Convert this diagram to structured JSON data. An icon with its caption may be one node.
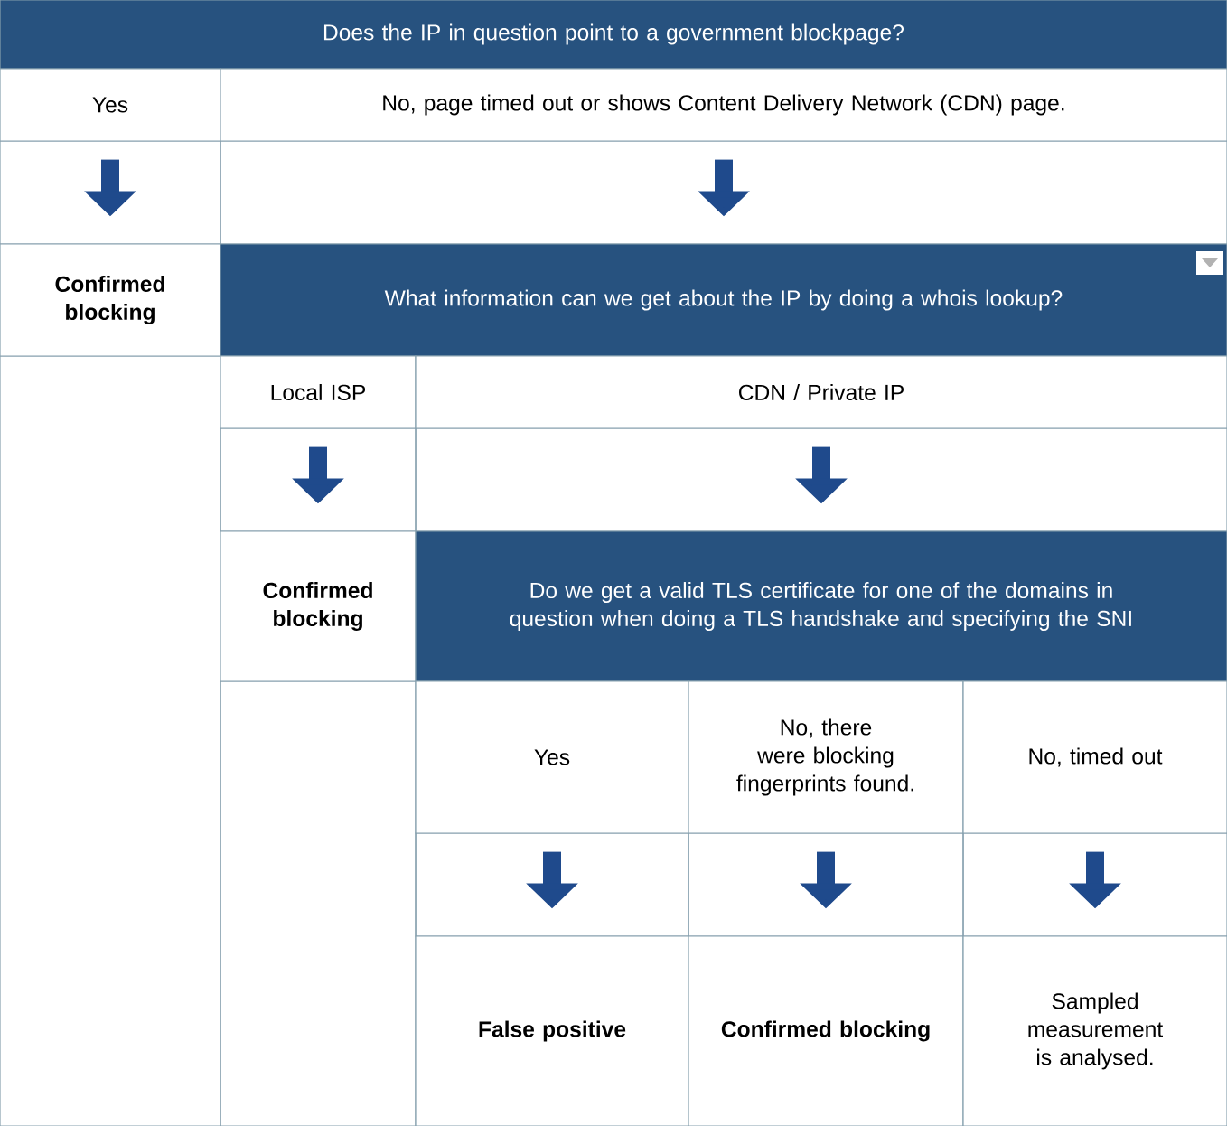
{
  "diagram": {
    "nodes": [
      {
        "text": [
          "Does the IP in question point to a government blockpage?"
        ]
      },
      {
        "text": [
          "Yes"
        ]
      },
      {
        "text": [
          "No, page timed out or shows Content Delivery Network (CDN) page."
        ]
      },
      {
        "text": [
          "Confirmed blocking"
        ]
      },
      {
        "text": [
          "What information can we get about the IP by doing a whois lookup?"
        ]
      },
      {
        "text": [
          "Local ISP"
        ]
      },
      {
        "text": [
          "CDN / Private IP"
        ]
      },
      {
        "text": [
          "Confirmed blocking"
        ]
      },
      {
        "text": [
          "Do we get a valid TLS certificate for one of the domains in question when doing a TLS handshake and specifying the SNI"
        ]
      },
      {
        "text": [
          "Yes"
        ]
      },
      {
        "text": [
          "No, there were blocking fingerprints found."
        ]
      },
      {
        "text": [
          "No, timed out"
        ]
      },
      {
        "text": [
          "False positive"
        ]
      },
      {
        "text": [
          "Confirmed blocking"
        ]
      },
      {
        "text": [
          "Sampled measurement is analysed."
        ]
      }
    ],
    "edges": [
      {
        "from": 1,
        "to": 3,
        "arrow": "to"
      },
      {
        "from": 2,
        "to": 4,
        "arrow": "to"
      },
      {
        "from": 5,
        "to": 7,
        "arrow": "to"
      },
      {
        "from": 6,
        "to": 8,
        "arrow": "to"
      },
      {
        "from": 9,
        "to": 12,
        "arrow": "to"
      },
      {
        "from": 10,
        "to": 13,
        "arrow": "to"
      },
      {
        "from": 11,
        "to": 14,
        "arrow": "to"
      }
    ]
  }
}
